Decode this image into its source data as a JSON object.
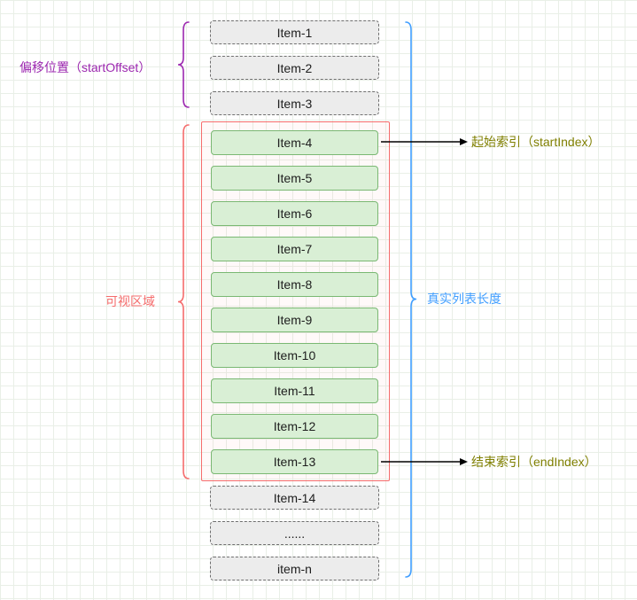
{
  "diagram": {
    "offset_label": "偏移位置（startOffset）",
    "visible_area_label": "可视区域",
    "list_length_label": "真实列表长度",
    "start_index_label": "起始索引（startIndex）",
    "end_index_label": "结束索引（endIndex）",
    "offset_items": [
      "Item-1",
      "Item-2",
      "Item-3"
    ],
    "visible_items": [
      "Item-4",
      "Item-5",
      "Item-6",
      "Item-7",
      "Item-8",
      "Item-9",
      "Item-10",
      "Item-11",
      "Item-12",
      "Item-13"
    ],
    "tail_items": [
      "Item-14",
      "......",
      "item-n"
    ],
    "colors": {
      "offset_accent": "#9c27b0",
      "visible_accent": "#f56c6c",
      "length_accent": "#409eff",
      "index_accent": "#7f7f00",
      "green_item_bg": "#d9efd5",
      "green_item_border": "#7ab873",
      "gray_item_bg": "#ececec",
      "gray_item_border": "#6f6f6f"
    }
  }
}
